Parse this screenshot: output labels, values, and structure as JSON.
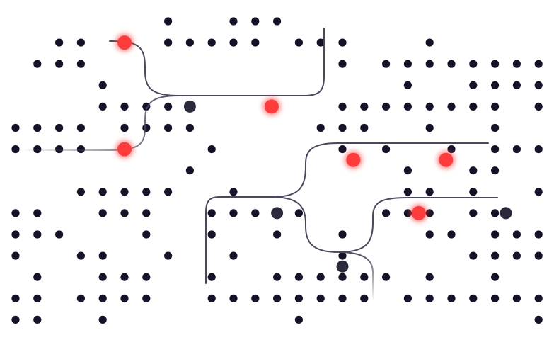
{
  "palette": {
    "background": "#ffffff",
    "dot": "#15132a",
    "line": "#4a4860",
    "junction": "#2b2a3c",
    "glow": "#ff3b3b"
  },
  "grid": {
    "columns": 26,
    "rows": 15,
    "dot_pattern": [
      ".......#..###.............",
      "..##...#####.###...#.....#",
      ".###...........#.##########",
      "....#.............#..######",
      "....#####......########.#..",
      "####.####.....###..#..#...",
      "####.....#.....#.#..#.####",
      "........#.........#..##...",
      "...#####..#.......##.#..#.",
      "##..###..#####...###.##...",
      "###...#..#..#..#...##.###",
      "#..##..#..#....#.....#####",
      ".#..###..#..######.#..#..",
      "##.####..########.#######",
      "##..#........#..........#.###"
    ]
  },
  "network": {
    "junctions": [
      {
        "name": "left-junction",
        "col": 8,
        "row": 4
      },
      {
        "name": "center-junction",
        "col": 12,
        "row": 9
      },
      {
        "name": "lower-junction",
        "col": 15,
        "row": 11.5
      },
      {
        "name": "right-junction",
        "col": 22.5,
        "row": 9
      }
    ],
    "glowing_nodes": [
      {
        "name": "glow-node-top-left",
        "col": 5,
        "row": 1
      },
      {
        "name": "glow-node-left",
        "col": 5,
        "row": 6
      },
      {
        "name": "glow-node-top-center",
        "col": 11.75,
        "row": 4
      },
      {
        "name": "glow-node-center",
        "col": 15.5,
        "row": 6.5
      },
      {
        "name": "glow-node-right-upper",
        "col": 19.75,
        "row": 6.5
      },
      {
        "name": "glow-node-right-lower",
        "col": 18.5,
        "row": 9
      }
    ]
  }
}
